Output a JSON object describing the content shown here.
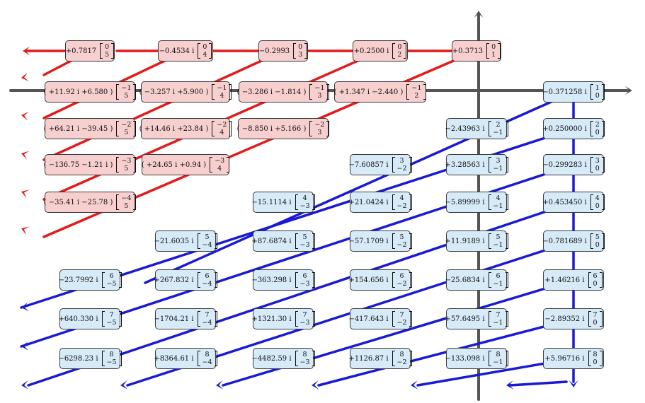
{
  "colors": {
    "red": "#e41a1a",
    "blue": "#1a1ad6",
    "axis": "#555555",
    "red_box": "#f8cfcf",
    "blue_box": "#d6eaf8"
  },
  "nodes": [
    {
      "color": "red",
      "text": "+0.7817",
      "v1": "0",
      "v2": "5"
    },
    {
      "color": "red",
      "text": "−0.4534 i",
      "v1": "0",
      "v2": "4"
    },
    {
      "color": "red",
      "text": "−0.2993",
      "v1": "0",
      "v2": "3"
    },
    {
      "color": "red",
      "text": "+0.2500 i",
      "v1": "0",
      "v2": "2"
    },
    {
      "color": "red",
      "text": "+0.3713",
      "v1": "0",
      "v2": "1"
    },
    {
      "color": "red",
      "text": "( +11.92 i +6.580 )",
      "v1": "−1",
      "v2": "5"
    },
    {
      "color": "red",
      "text": "( −3.257 i +5.900 )",
      "v1": "−1",
      "v2": "4"
    },
    {
      "color": "red",
      "text": "( −3.286 i −1.814 )",
      "v1": "−1",
      "v2": "3"
    },
    {
      "color": "red",
      "text": "( +1.347 i −2.440 )",
      "v1": "−1",
      "v2": "2"
    },
    {
      "color": "blue",
      "text": "−0.371258 i",
      "v1": "1",
      "v2": "0"
    },
    {
      "color": "red",
      "text": "( +64.21 i −39.45 )",
      "v1": "−2",
      "v2": "5"
    },
    {
      "color": "red",
      "text": "( +14.46 i +23.84 )",
      "v1": "−2",
      "v2": "4"
    },
    {
      "color": "red",
      "text": "( −8.850 i +5.166 )",
      "v1": "−2",
      "v2": "3"
    },
    {
      "color": "blue",
      "text": "−2.43963 i",
      "v1": "2",
      "v2": "−1"
    },
    {
      "color": "blue",
      "text": "+0.250000 i",
      "v1": "2",
      "v2": "0"
    },
    {
      "color": "red",
      "text": "( −136.75 −1.21 i )",
      "v1": "−3",
      "v2": "5"
    },
    {
      "color": "red",
      "text": "( +24.65 i +0.94 )",
      "v1": "−3",
      "v2": "4"
    },
    {
      "color": "blue",
      "text": "−7.60857 i",
      "v1": "3",
      "v2": "−2"
    },
    {
      "color": "blue",
      "text": "+3.28563 i",
      "v1": "3",
      "v2": "−1"
    },
    {
      "color": "blue",
      "text": "−0.299283 i",
      "v1": "3",
      "v2": "0"
    },
    {
      "color": "red",
      "text": "( −35.41 i −25.78 )",
      "v1": "−4",
      "v2": "5"
    },
    {
      "color": "blue",
      "text": "−15.1114 i",
      "v1": "4",
      "v2": "−3"
    },
    {
      "color": "blue",
      "text": "+21.0424 i",
      "v1": "4",
      "v2": "−2"
    },
    {
      "color": "blue",
      "text": "−5.89999 i",
      "v1": "4",
      "v2": "−1"
    },
    {
      "color": "blue",
      "text": "+0.453450 i",
      "v1": "4",
      "v2": "0"
    },
    {
      "color": "blue",
      "text": "−21.6035 i",
      "v1": "5",
      "v2": "−4"
    },
    {
      "color": "blue",
      "text": "+87.6874 i",
      "v1": "5",
      "v2": "−3"
    },
    {
      "color": "blue",
      "text": "−57.1709 i",
      "v1": "5",
      "v2": "−2"
    },
    {
      "color": "blue",
      "text": "+11.9189 i",
      "v1": "5",
      "v2": "−1"
    },
    {
      "color": "blue",
      "text": "−0.781689 i",
      "v1": "5",
      "v2": "0"
    },
    {
      "color": "blue",
      "text": "−23.7992 i",
      "v1": "6",
      "v2": "−5"
    },
    {
      "color": "blue",
      "text": "+267.832 i",
      "v1": "6",
      "v2": "−4"
    },
    {
      "color": "blue",
      "text": "−363.298 i",
      "v1": "6",
      "v2": "−3"
    },
    {
      "color": "blue",
      "text": "+154.656 i",
      "v1": "6",
      "v2": "−2"
    },
    {
      "color": "blue",
      "text": "−25.6834 i",
      "v1": "6",
      "v2": "−1"
    },
    {
      "color": "blue",
      "text": "+1.46216 i",
      "v1": "6",
      "v2": "0"
    },
    {
      "color": "blue",
      "text": "+640.330 i",
      "v1": "7",
      "v2": "−5"
    },
    {
      "color": "blue",
      "text": "−1704.21 i",
      "v1": "7",
      "v2": "−4"
    },
    {
      "color": "blue",
      "text": "+1321.30 i",
      "v1": "7",
      "v2": "−3"
    },
    {
      "color": "blue",
      "text": "−417.643 i",
      "v1": "7",
      "v2": "−2"
    },
    {
      "color": "blue",
      "text": "+57.6495 i",
      "v1": "7",
      "v2": "−1"
    },
    {
      "color": "blue",
      "text": "−2.89352 i",
      "v1": "7",
      "v2": "0"
    },
    {
      "color": "blue",
      "text": "−6298.23 i",
      "v1": "8",
      "v2": "−5"
    },
    {
      "color": "blue",
      "text": "+8364.61 i",
      "v1": "8",
      "v2": "−4"
    },
    {
      "color": "blue",
      "text": "−4482.59 i",
      "v1": "8",
      "v2": "−3"
    },
    {
      "color": "blue",
      "text": "+1126.87 i",
      "v1": "8",
      "v2": "−2"
    },
    {
      "color": "blue",
      "text": "−133.098 i",
      "v1": "8",
      "v2": "−1"
    },
    {
      "color": "blue",
      "text": "+5.96716 i",
      "v1": "8",
      "v2": "0"
    }
  ]
}
